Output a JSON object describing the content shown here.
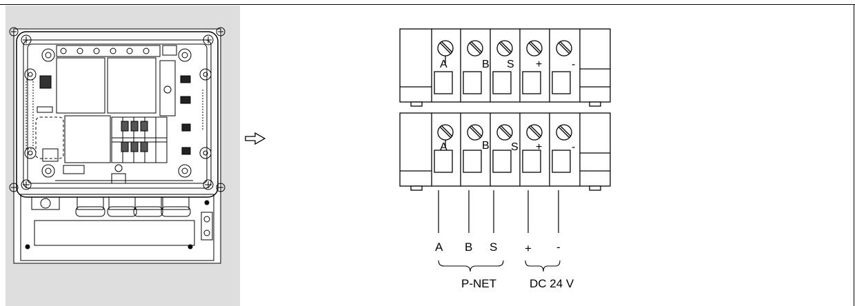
{
  "terminals": {
    "top_row": [
      "A",
      "B",
      "S",
      "+",
      "-"
    ],
    "bottom_row": [
      "A",
      "B",
      "S",
      "+",
      "-"
    ]
  },
  "wires": [
    "A",
    "B",
    "S",
    "+",
    "-"
  ],
  "groups": {
    "pnet": "P-NET",
    "dc": "DC 24 V"
  }
}
